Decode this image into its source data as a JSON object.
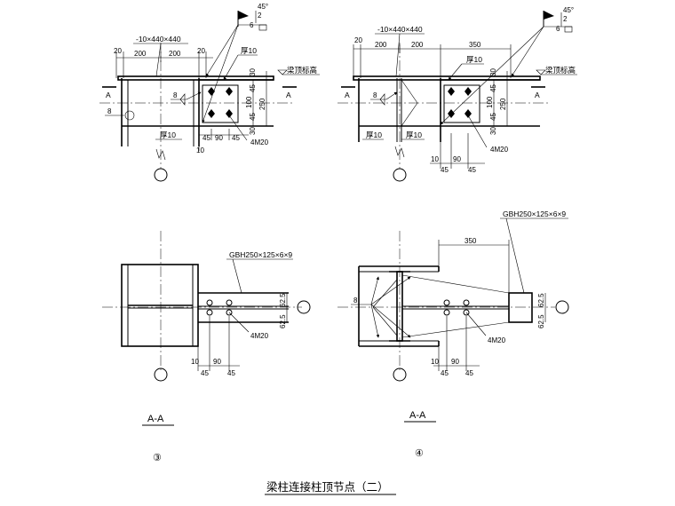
{
  "title": "梁柱连接柱顶节点（二）",
  "details": [
    {
      "number": "③",
      "section_label": "A-A",
      "plate_label": "-10×440×440",
      "thickness_label": "厚10",
      "thickness_label_2": "厚10",
      "beam_top_label": "梁顶标高",
      "cut_mark": "A",
      "weld_size": "8",
      "weld_symbol": {
        "angle": "45°",
        "gap": "2",
        "size": "6"
      },
      "bolt_label": "4M20",
      "beam_section": "GBH250×125×6×9",
      "dims_top": [
        "20",
        "200",
        "200",
        "20"
      ],
      "dims_vertical": [
        "30",
        "45",
        "100",
        "45",
        "30",
        "250"
      ],
      "dims_bottom": [
        "45",
        "90",
        "45",
        "10"
      ],
      "dims_plan_side": [
        "62.5",
        "62.5"
      ],
      "dims_plan_bottom": [
        "10",
        "90",
        "45",
        "45"
      ]
    },
    {
      "number": "④",
      "section_label": "A-A",
      "plate_label": "-10×440×440",
      "thickness_label": "厚10",
      "thickness_label_2": "厚10",
      "thickness_label_3": "厚10",
      "beam_top_label": "梁顶标高",
      "cut_mark": "A",
      "weld_size": "8",
      "weld_symbol": {
        "angle": "45°",
        "gap": "2",
        "size": "6"
      },
      "bolt_label": "4M20",
      "beam_section": "GBH250×125×6×9",
      "dims_top": [
        "20",
        "200",
        "200",
        "350"
      ],
      "dims_vertical": [
        "30",
        "45",
        "100",
        "45",
        "30",
        "250"
      ],
      "dims_bottom": [
        "10",
        "90",
        "45",
        "45"
      ],
      "dims_plan_top": "350",
      "dims_plan_side": [
        "62.5",
        "62.5"
      ],
      "dims_plan_bottom": [
        "10",
        "90",
        "45",
        "45"
      ]
    }
  ]
}
